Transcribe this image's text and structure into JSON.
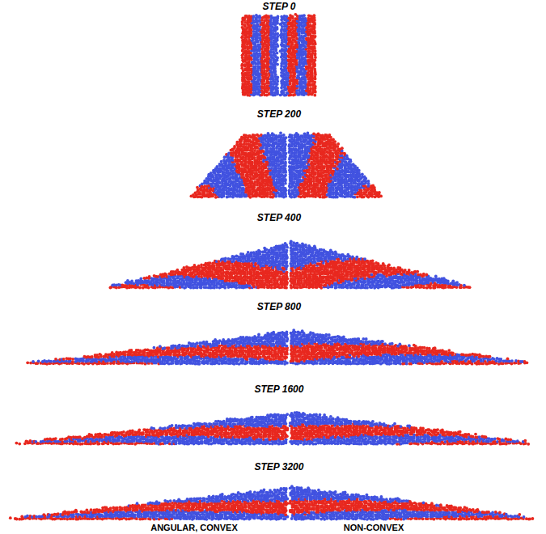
{
  "diagram": {
    "labels": [
      "STEP 0",
      "STEP 200",
      "STEP 400",
      "STEP 800",
      "STEP 1600",
      "STEP 3200",
      "ANGULAR, CONVEX",
      "NON-CONVEX"
    ]
  }
}
